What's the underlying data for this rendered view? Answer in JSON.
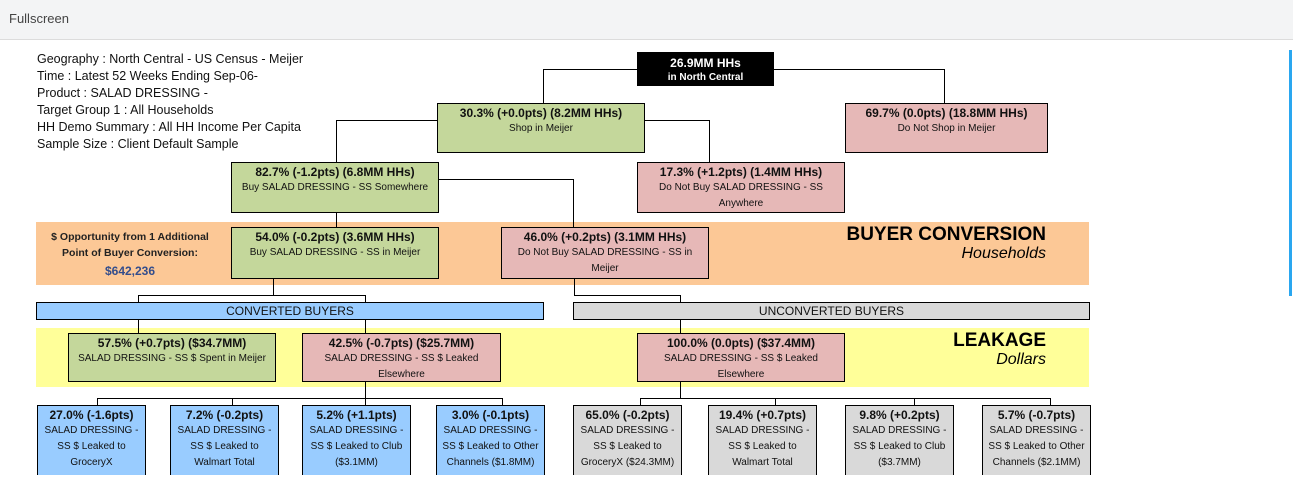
{
  "header": {
    "fullscreen_label": "Fullscreen"
  },
  "info": [
    "Geography : North Central - US Census - Meijer",
    "Time : Latest 52 Weeks Ending Sep-06-",
    "Product : SALAD DRESSING -",
    "Target Group 1 : All Households",
    "HH Demo Summary : All HH Income Per Capita",
    "Sample Size : Client Default Sample"
  ],
  "colors": {
    "green": "#c4d79b",
    "pink": "#e6b8b7",
    "blue": "#99ccff",
    "gray": "#d9d9d9",
    "orange": "#fcc896",
    "yellow": "#ffff99"
  },
  "root": {
    "title": "26.9MM HHs",
    "sub": "in North Central"
  },
  "shop": {
    "title": "30.3% (+0.0pts) (8.2MM HHs)",
    "sub": "Shop in Meijer"
  },
  "noshop": {
    "title": "69.7% (0.0pts) (18.8MM HHs)",
    "sub": "Do Not Shop in Meijer"
  },
  "buy": {
    "title": "82.7% (-1.2pts) (6.8MM HHs)",
    "sub": "Buy SALAD DRESSING - SS Somewhere"
  },
  "nobuy": {
    "title": "17.3% (+1.2pts) (1.4MM HHs)",
    "sub": "Do Not Buy SALAD DRESSING - SS Anywhere"
  },
  "buymeijer": {
    "title": "54.0% (-0.2pts) (3.6MM HHs)",
    "sub": "Buy SALAD DRESSING - SS in Meijer"
  },
  "nobuymeijer": {
    "title": "46.0% (+0.2pts) (3.1MM HHs)",
    "sub": "Do Not Buy SALAD DRESSING - SS in Meijer"
  },
  "opportunity": {
    "label": "$ Opportunity from 1 Additional Point of Buyer Conversion:",
    "value": "$642,236"
  },
  "buyer_conversion": {
    "heading": "BUYER CONVERSION",
    "sub": "Households"
  },
  "converted_label": "CONVERTED BUYERS",
  "unconverted_label": "UNCONVERTED BUYERS",
  "leakage": {
    "heading": "LEAKAGE",
    "sub": "Dollars"
  },
  "spent": {
    "title": "57.5% (+0.7pts) ($34.7MM)",
    "sub": "SALAD DRESSING - SS $ Spent in Meijer"
  },
  "leaked": {
    "title": "42.5% (-0.7pts) ($25.7MM)",
    "sub": "SALAD DRESSING - SS $ Leaked Elsewhere"
  },
  "unconv_leaked": {
    "title": "100.0% (0.0pts) ($37.4MM)",
    "sub": "SALAD DRESSING - SS $ Leaked Elsewhere"
  },
  "bottom": [
    {
      "title": "27.0% (-1.6pts)",
      "sub": "SALAD DRESSING - SS $ Leaked to GroceryX"
    },
    {
      "title": "7.2% (-0.2pts)",
      "sub": "SALAD DRESSING - SS $ Leaked to Walmart Total"
    },
    {
      "title": "5.2% (+1.1pts)",
      "sub": "SALAD DRESSING - SS $ Leaked to Club ($3.1MM)"
    },
    {
      "title": "3.0% (-0.1pts)",
      "sub": "SALAD DRESSING - SS $ Leaked to Other Channels ($1.8MM)"
    },
    {
      "title": "65.0% (-0.2pts)",
      "sub": "SALAD DRESSING - SS $ Leaked to GroceryX ($24.3MM)"
    },
    {
      "title": "19.4% (+0.7pts)",
      "sub": "SALAD DRESSING - SS $ Leaked to Walmart Total"
    },
    {
      "title": "9.8% (+0.2pts)",
      "sub": "SALAD DRESSING - SS $ Leaked to Club ($3.7MM)"
    },
    {
      "title": "5.7% (-0.7pts)",
      "sub": "SALAD DRESSING - SS $ Leaked to Other Channels ($2.1MM)"
    }
  ]
}
